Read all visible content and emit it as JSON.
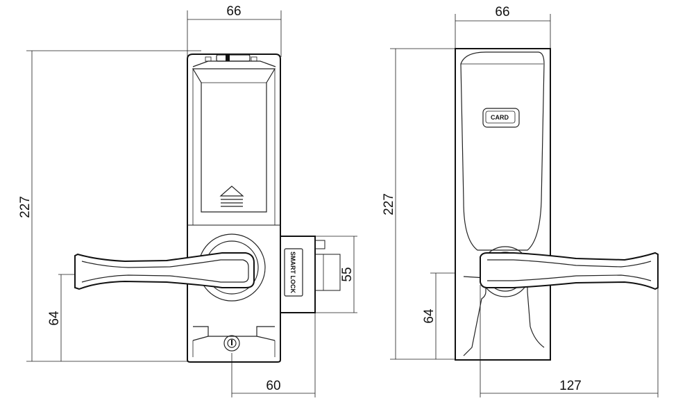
{
  "left_view": {
    "width_label": "66",
    "height_label": "227",
    "handle_height_label": "64",
    "latch_label": "55",
    "backset_label": "60",
    "latch_text": "SMART LOCK"
  },
  "right_view": {
    "width_label": "66",
    "height_label": "227",
    "handle_height_label": "64",
    "handle_length_label": "127",
    "card_text": "CARD"
  }
}
